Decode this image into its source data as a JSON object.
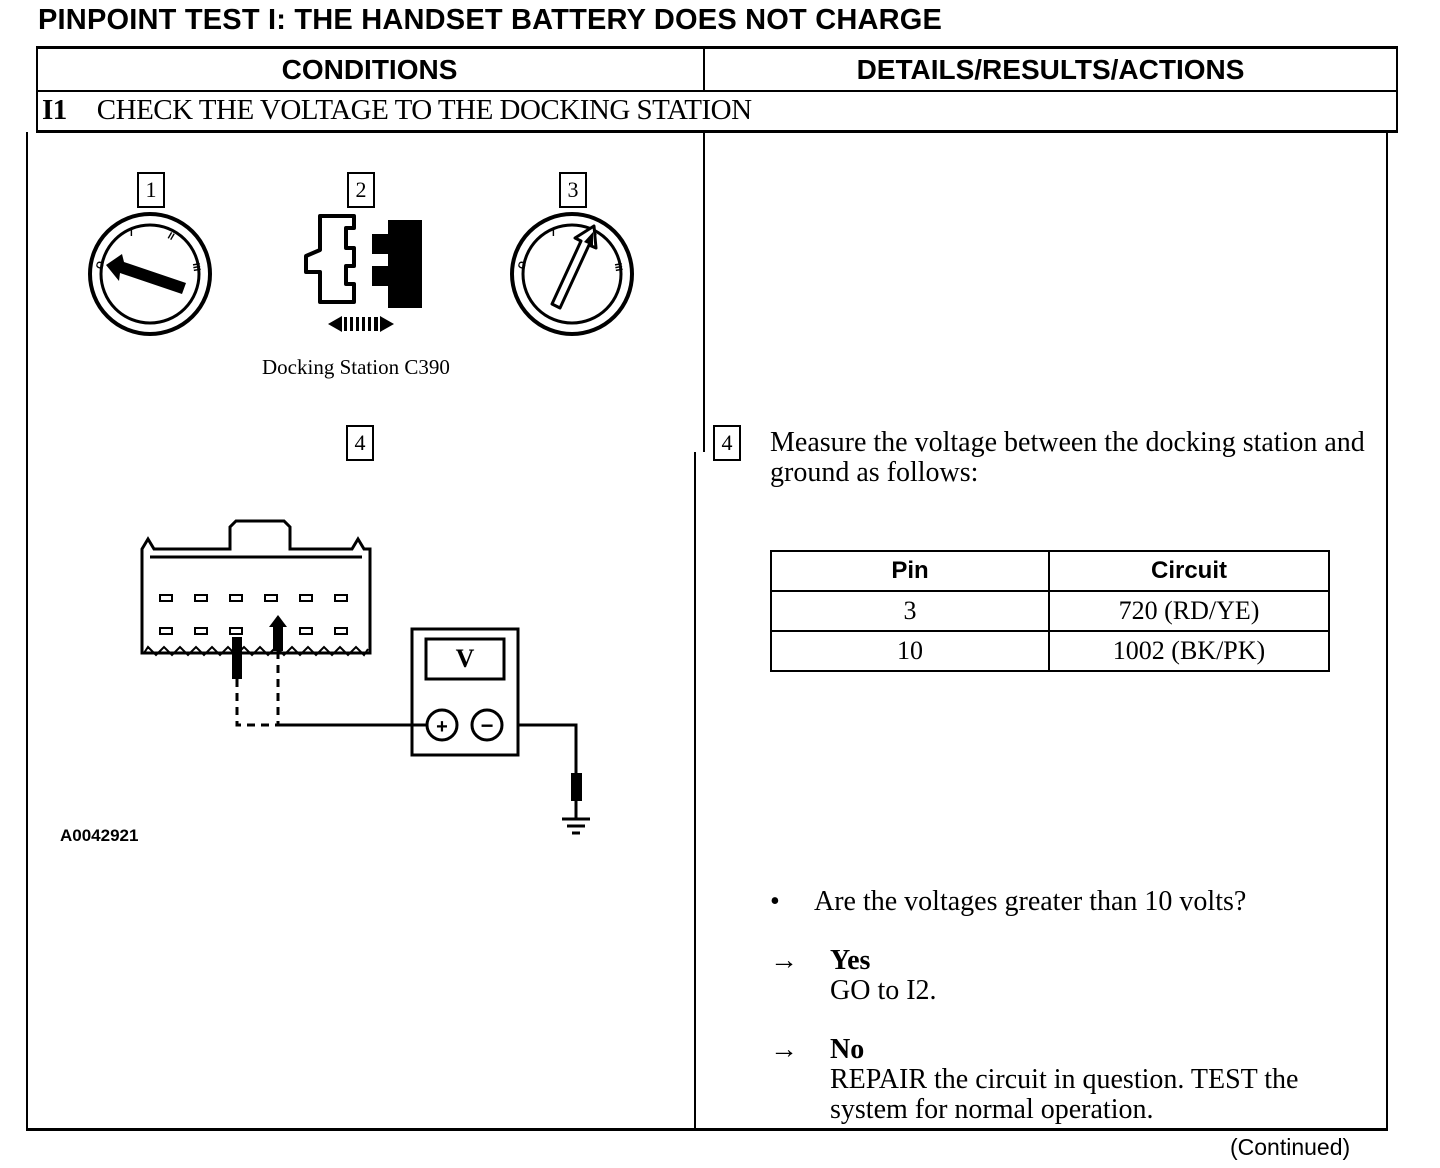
{
  "title": "PINPOINT TEST I: THE HANDSET BATTERY DOES NOT CHARGE",
  "headers": {
    "left": "CONDITIONS",
    "right": "DETAILS/RESULTS/ACTIONS"
  },
  "step": {
    "id": "I1",
    "text": "CHECK THE VOLTAGE TO THE DOCKING STATION"
  },
  "callouts": [
    "1",
    "2",
    "3",
    "4"
  ],
  "connector_label": "Docking Station C390",
  "meter_symbol": "V",
  "meter_plus": "+",
  "meter_minus": "−",
  "figure_id": "A0042921",
  "instruction": {
    "callout": "4",
    "text": "Measure the voltage between the docking station and ground as follows:"
  },
  "pin_table": {
    "headers": [
      "Pin",
      "Circuit"
    ],
    "rows": [
      {
        "pin": "3",
        "circuit": "720 (RD/YE)"
      },
      {
        "pin": "10",
        "circuit": "1002 (BK/PK)"
      }
    ]
  },
  "question": {
    "bullet": "•",
    "text": "Are the voltages greater than 10 volts?"
  },
  "answers": [
    {
      "arrow": "→",
      "label": "Yes",
      "action": "GO to I2."
    },
    {
      "arrow": "→",
      "label": "No",
      "action": "REPAIR the circuit in question. TEST the system for normal operation."
    }
  ],
  "continued": "(Continued)"
}
